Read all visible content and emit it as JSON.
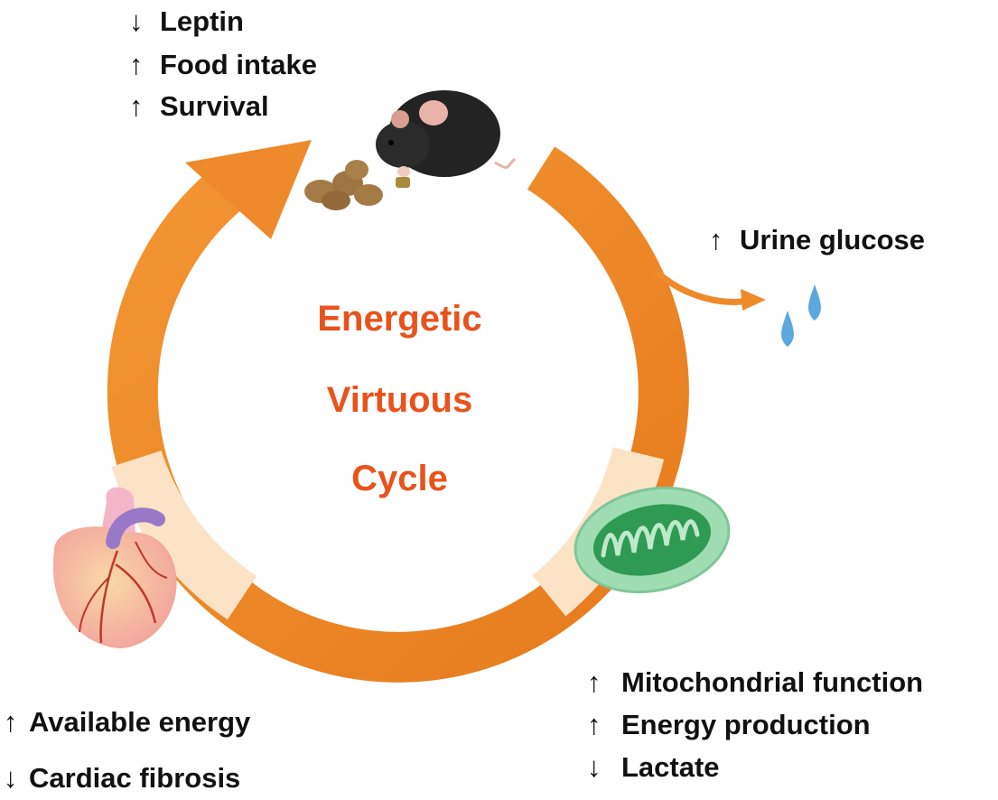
{
  "center": {
    "line1": "Energetic",
    "line2": "Virtuous",
    "line3": "Cycle"
  },
  "top_left": [
    {
      "arrow": "↓",
      "text": "Leptin"
    },
    {
      "arrow": "↑",
      "text": "Food intake"
    },
    {
      "arrow": "↑",
      "text": "Survival"
    }
  ],
  "right": {
    "arrow": "↑",
    "text": "Urine glucose"
  },
  "bottom_left": [
    {
      "arrow": "↑",
      "text": "Available energy"
    },
    {
      "arrow": "↓",
      "text": "Cardiac fibrosis"
    }
  ],
  "bottom_right": [
    {
      "arrow": "↑",
      "text": "Mitochondrial function"
    },
    {
      "arrow": "↑",
      "text": "Energy production"
    },
    {
      "arrow": "↓",
      "text": "Lactate"
    }
  ],
  "colors": {
    "cycle": "#ef8a2a",
    "cycle_dark": "#e57d1f",
    "faded": "#fde6cf",
    "title": "#e8531c",
    "droplet": "#5da7de",
    "mito_outer": "#9fdcb2",
    "mito_inner": "#2f9a52"
  },
  "icons": [
    "mouse-icon",
    "food-pellets-icon",
    "heart-icon",
    "mitochondrion-icon",
    "urine-droplets-icon"
  ]
}
